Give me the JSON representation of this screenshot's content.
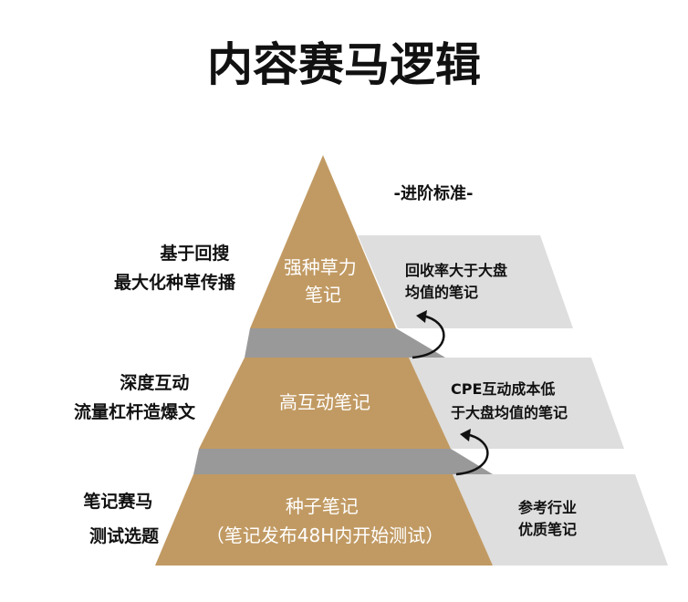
{
  "title": "内容赛马逻辑",
  "criteria_header": "-进阶标准-",
  "colors": {
    "pyramid": "#C19A63",
    "panel": "#DEDEDE",
    "connector": "#999999",
    "text_dark": "#111111",
    "text_light": "#FFFFFF"
  },
  "tiers": [
    {
      "label": [
        "强种草力",
        "笔记"
      ],
      "left": [
        "基于回搜",
        "最大化种草传播"
      ],
      "right": [
        "回收率大于大盘",
        "均值的笔记"
      ]
    },
    {
      "label": [
        "高互动笔记"
      ],
      "left": [
        "深度互动",
        "流量杠杆造爆文"
      ],
      "right": [
        "CPE互动成本低",
        "于大盘均值的笔记"
      ]
    },
    {
      "label": [
        "种子笔记",
        "（笔记发布48H内开始测试）"
      ],
      "left": [
        "笔记赛马",
        "测试选题"
      ],
      "right": [
        "参考行业",
        "优质笔记"
      ]
    }
  ]
}
